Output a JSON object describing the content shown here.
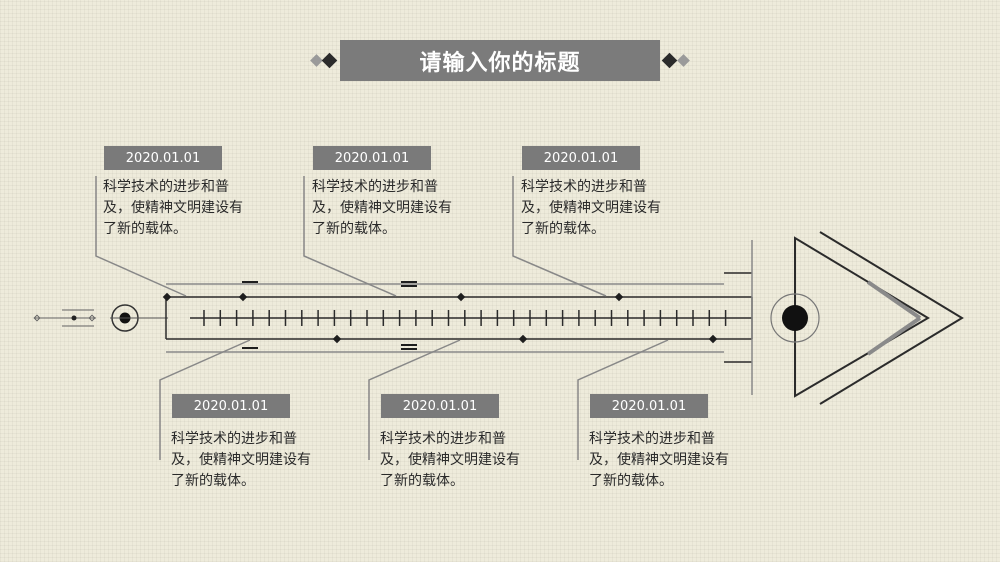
{
  "title": "请输入你的标题",
  "events": [
    {
      "date": "2020.01.01",
      "text": "科学技术的进步和普及，使精神文明建设有了新的载体。"
    },
    {
      "date": "2020.01.01",
      "text": "科学技术的进步和普及，使精神文明建设有了新的载体。"
    },
    {
      "date": "2020.01.01",
      "text": "科学技术的进步和普及，使精神文明建设有了新的载体。"
    },
    {
      "date": "2020.01.01",
      "text": "科学技术的进步和普及，使精神文明建设有了新的载体。"
    },
    {
      "date": "2020.01.01",
      "text": "科学技术的进步和普及，使精神文明建设有了新的载体。"
    },
    {
      "date": "2020.01.01",
      "text": "科学技术的进步和普及，使精神文明建设有了新的载体。"
    }
  ],
  "colors": {
    "background": "#eeebdb",
    "label_fill": "#7a7a7a",
    "line": "#2b2b2b",
    "gray_line": "#8a8a8a"
  }
}
